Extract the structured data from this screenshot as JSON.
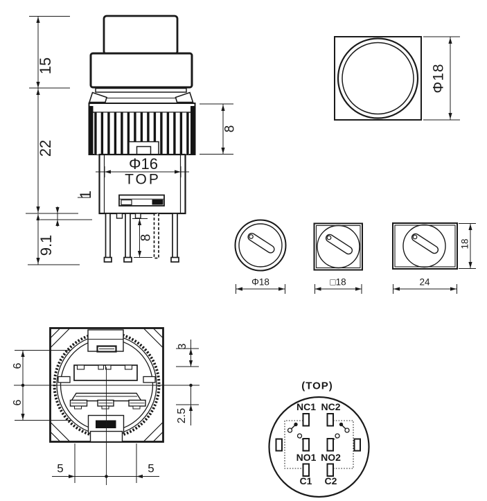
{
  "page": {
    "background": "#ffffff",
    "line_color": "#1a1a1a"
  },
  "side_view": {
    "dim_height_top": "15",
    "dim_height_mid": "22",
    "dim_height_bottom": "9.1",
    "dim_step": "1",
    "dim_ring_height": "8",
    "dim_diameter": "Φ16",
    "body_label": "TOP",
    "dim_pin_length": "8"
  },
  "front_view": {
    "dim_diameter": "Φ18"
  },
  "selector_views": {
    "round": {
      "dim": "Φ18"
    },
    "square": {
      "dim": "□18"
    },
    "rect": {
      "dim_width": "24",
      "dim_height": "18"
    }
  },
  "bottom_view": {
    "dim_left_upper": "6",
    "dim_left_lower": "6",
    "dim_right_upper": "3",
    "dim_right_lower": "2.5",
    "dim_bottom_left": "5",
    "dim_bottom_right": "5"
  },
  "pin_diagram": {
    "title": "(TOP)",
    "pin_labels": {
      "nc1": "NC1",
      "nc2": "NC2",
      "no1": "NO1",
      "no2": "NO2",
      "c1": "C1",
      "c2": "C2"
    }
  }
}
